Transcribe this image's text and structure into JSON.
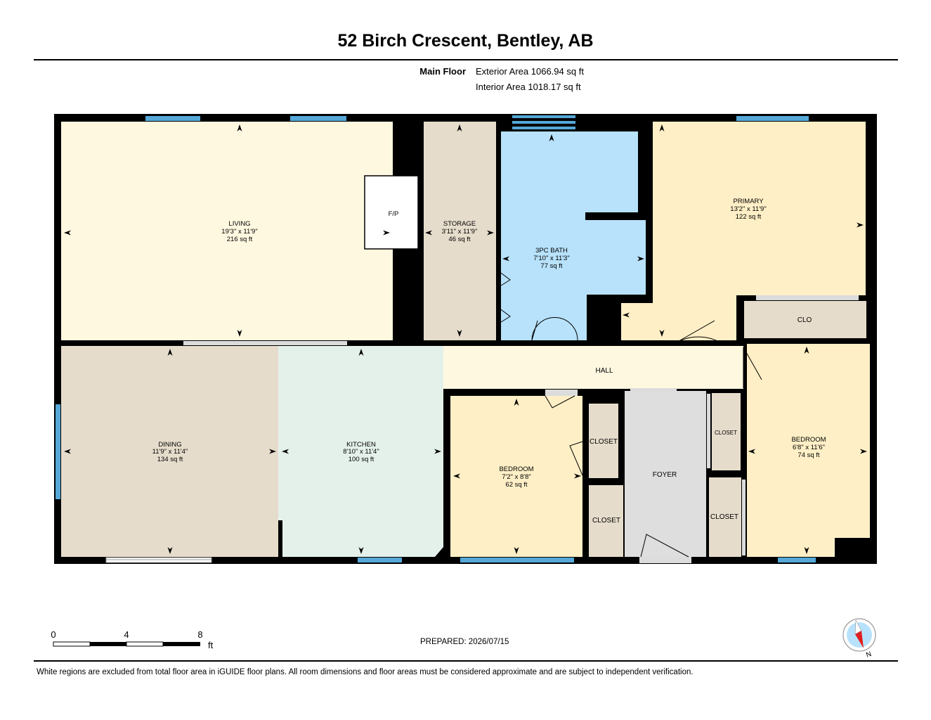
{
  "header": {
    "title": "52 Birch Crescent, Bentley, AB",
    "floor_label": "Main Floor",
    "exterior_area": "Exterior Area 1066.94 sq ft",
    "interior_area": "Interior Area 1018.17 sq ft"
  },
  "rooms": {
    "living": {
      "name": "LIVING",
      "dims": "19'3\" x 11'9\"",
      "area": "216 sq ft"
    },
    "fireplace": {
      "name": "F/P"
    },
    "storage": {
      "name": "STORAGE",
      "dims": "3'11\" x 11'9\"",
      "area": "46 sq ft"
    },
    "bath": {
      "name": "3PC BATH",
      "dims": "7'10\" x 11'3\"",
      "area": "77 sq ft"
    },
    "primary": {
      "name": "PRIMARY",
      "dims": "13'2\" x 11'9\"",
      "area": "122 sq ft"
    },
    "clo": {
      "name": "CLO"
    },
    "hall": {
      "name": "HALL"
    },
    "dining": {
      "name": "DINING",
      "dims": "11'9\" x 11'4\"",
      "area": "134 sq ft"
    },
    "kitchen": {
      "name": "KITCHEN",
      "dims": "8'10\" x 11'4\"",
      "area": "100 sq ft"
    },
    "bedroom1": {
      "name": "BEDROOM",
      "dims": "7'2\" x 8'8\"",
      "area": "62 sq ft"
    },
    "closet1": {
      "name": "CLOSET"
    },
    "closet2": {
      "name": "CLOSET"
    },
    "foyer": {
      "name": "FOYER"
    },
    "closet3": {
      "name": "CLOSET"
    },
    "closet4": {
      "name": "CLOSET"
    },
    "bedroom2": {
      "name": "BEDROOM",
      "dims": "6'8\" x 11'6\"",
      "area": "74 sq ft"
    }
  },
  "colors": {
    "wall": "#000000",
    "window": "#55a8d8",
    "living": "#fff8e0",
    "storage": "#e6dccb",
    "bath": "#b8e2fb",
    "primary": "#ffefc6",
    "dining": "#e6dccb",
    "kitchen": "#e4f1ea",
    "bedroom": "#ffefc6",
    "hall": "#fff8e0",
    "closet": "#e6dccb",
    "foyer": "#dedede"
  },
  "scale": {
    "ticks": [
      "0",
      "4",
      "8"
    ],
    "unit": "ft"
  },
  "compass": {
    "label": "N"
  },
  "footer": {
    "prepared": "PREPARED: 2026/07/15",
    "disclaimer": "White regions are excluded from total floor area in iGUIDE floor plans. All room dimensions and floor areas must be considered approximate and are subject to independent verification."
  }
}
